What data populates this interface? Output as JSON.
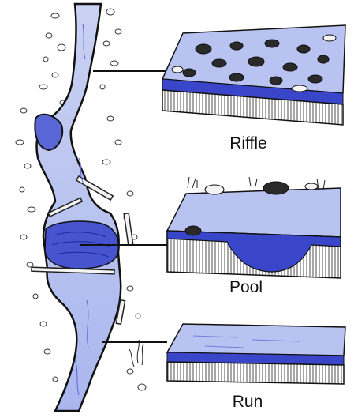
{
  "diagram": {
    "labels": {
      "riffle": "Riffle",
      "pool": "Pool",
      "run": "Run"
    },
    "colors": {
      "water_light": "#c9d2f2",
      "water_mid": "#8e9ce6",
      "water_deep": "#3a46c9",
      "ink": "#111111",
      "rock_fill": "#e8e8e8"
    }
  }
}
